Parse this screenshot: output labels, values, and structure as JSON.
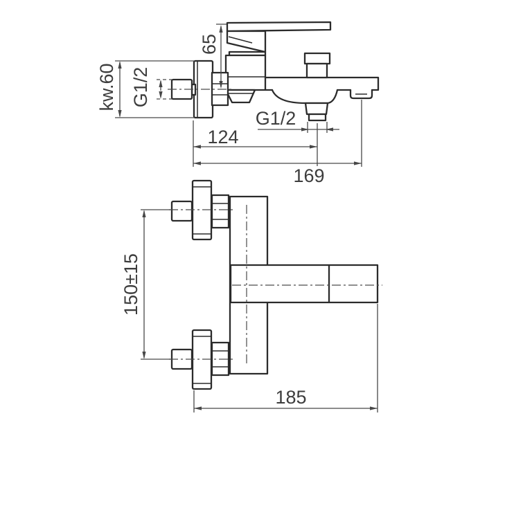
{
  "colors": {
    "background": "#ffffff",
    "object_line": "#2b2b2b",
    "dimension_line": "#474747",
    "text": "#3d3d3d"
  },
  "side_view": {
    "dim_65": "65",
    "dim_kw60": "kw.60",
    "thread_inlet": "G1/2",
    "thread_shower": "G1/2",
    "dim_124": "124",
    "dim_169": "169"
  },
  "front_view": {
    "dim_150": "150±15",
    "dim_185": "185"
  }
}
